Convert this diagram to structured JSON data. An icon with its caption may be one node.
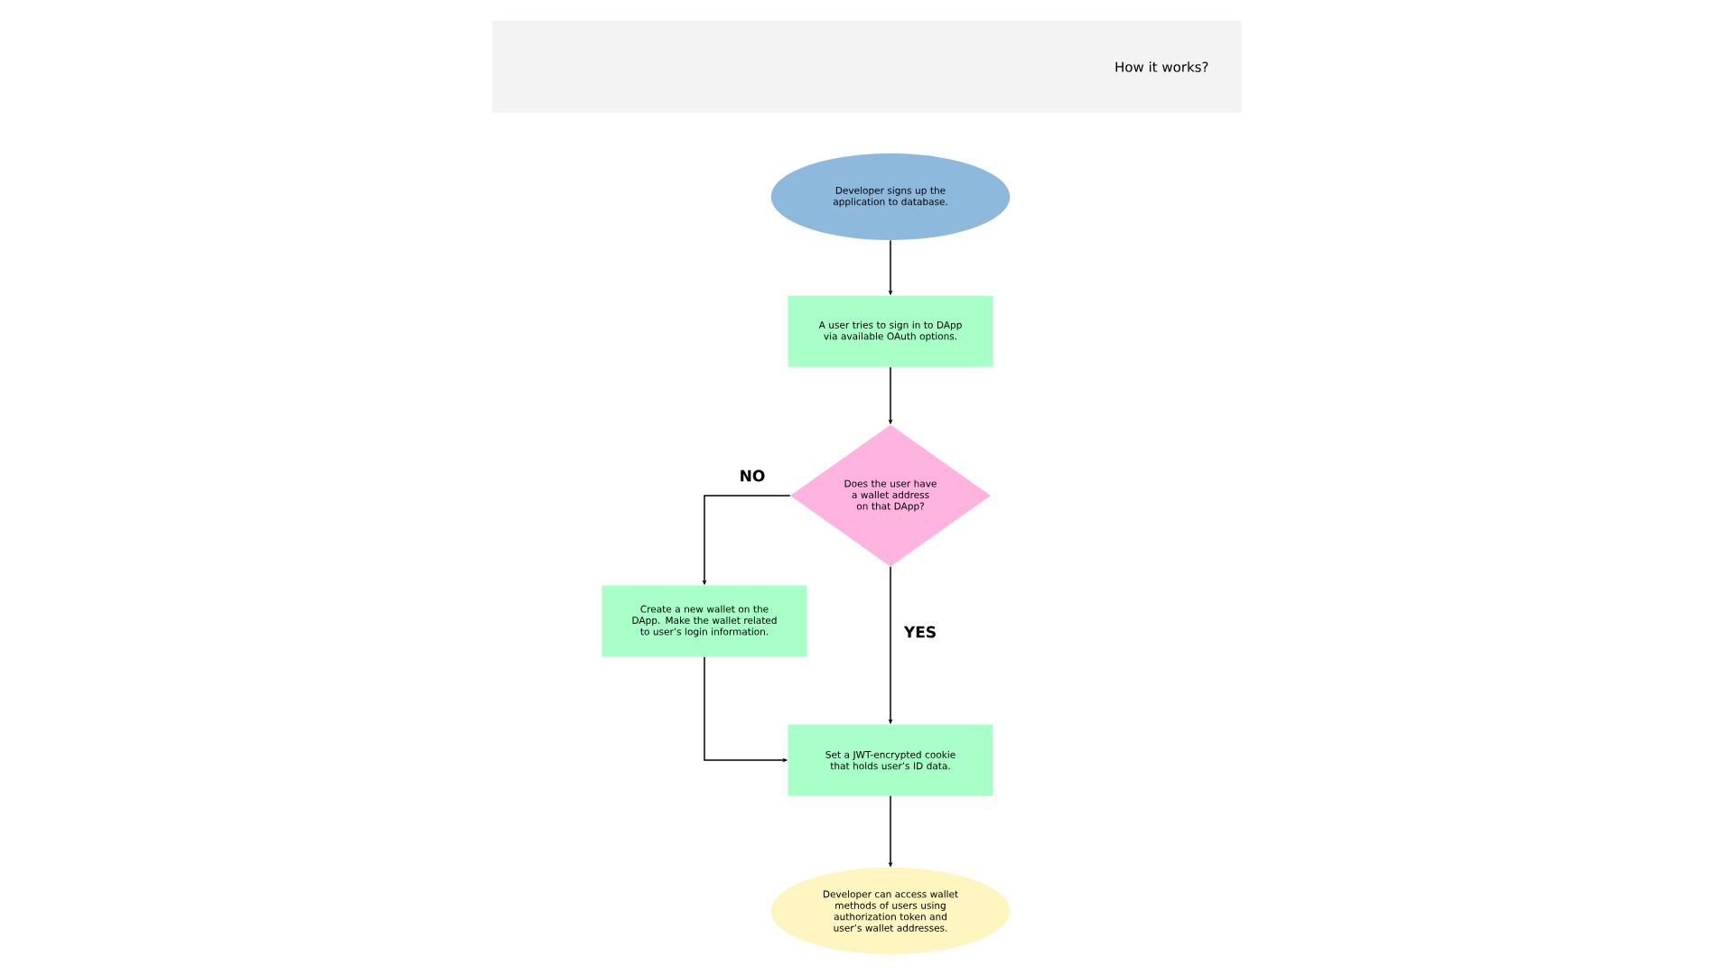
{
  "diagram": {
    "title": "How it works?",
    "nodes": [
      {
        "text": [
          "Developer signs up the application to database."
        ]
      },
      {
        "text": [
          "A user tries to sign in to DApp via available OAuth options."
        ]
      },
      {
        "text": [
          "Does the user have a wallet address on that DApp?"
        ]
      },
      {
        "text": [
          "Create a new wallet on the DApp. Make the wallet related to user’s login information."
        ]
      },
      {
        "text": [
          "Set a JWT-encrypted cookie that holds user’s ID data."
        ]
      },
      {
        "text": [
          "Developer can access wallet methods of users using authorization token and user’s wallet addresses."
        ]
      }
    ],
    "edges": [
      {
        "from": 0,
        "to": 1,
        "arrow": "to"
      },
      {
        "from": 1,
        "to": 2,
        "arrow": "to"
      },
      {
        "from": 2,
        "to": 3,
        "arrow": "to",
        "label": "NO"
      },
      {
        "from": 2,
        "to": 4,
        "arrow": "to",
        "label": "YES"
      },
      {
        "from": 3,
        "to": 4,
        "arrow": "to"
      },
      {
        "from": 4,
        "to": 5,
        "arrow": "to"
      }
    ]
  }
}
